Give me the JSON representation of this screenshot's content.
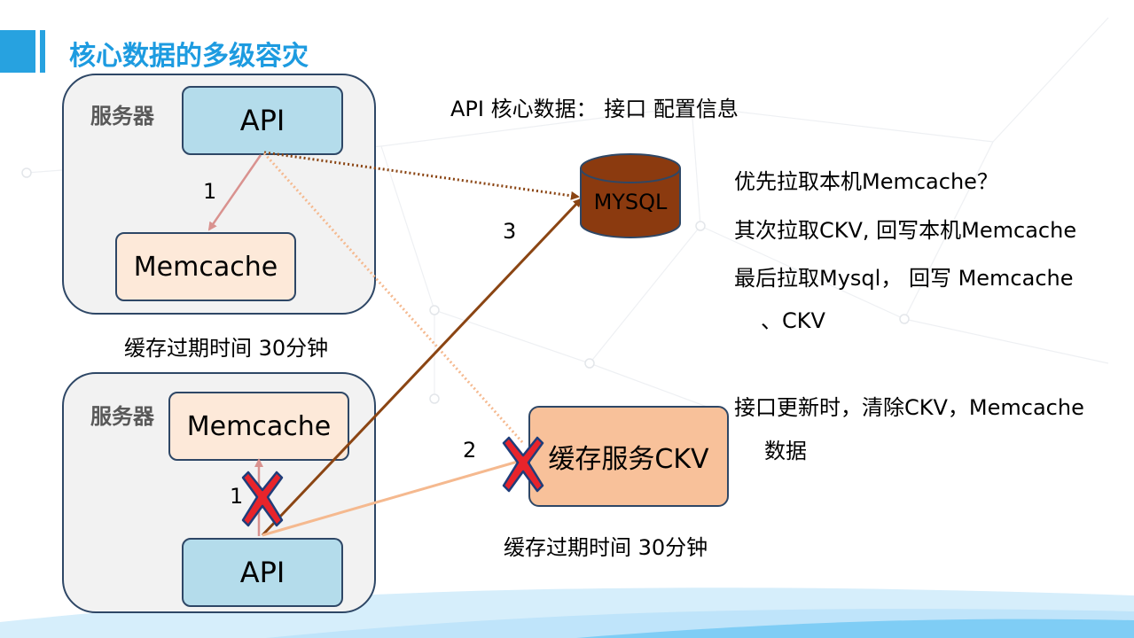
{
  "slide": {
    "title": "核心数据的多级容灾"
  },
  "servers": [
    {
      "label": "服务器",
      "api": "API",
      "memcache": "Memcache",
      "edge_label": "1"
    },
    {
      "label": "服务器",
      "api": "API",
      "memcache": "Memcache",
      "edge_label": "1"
    }
  ],
  "expiry_server": "缓存过期时间  30分钟",
  "expiry_ckv": "缓存过期时间  30分钟",
  "core_data_note": "API 核心数据：  接口 配置信息",
  "mysql": {
    "label": "MYSQL",
    "edge_label": "3"
  },
  "ckv": {
    "label": "缓存服务CKV",
    "edge_label": "2"
  },
  "notes": {
    "line1": "优先拉取本机Memcache？",
    "line2": "其次拉取CKV, 回写本机Memcache",
    "line3": "最后拉取Mysql，  回写 Memcache",
    "line4": "、CKV",
    "line5": "接口更新时，清除CKV，Memcache",
    "line6": "数据"
  },
  "colors": {
    "title_blue": "#1d9be0",
    "api_fill": "#b4dceb",
    "memcache_fill": "#fde9d9",
    "ckv_fill": "#f8c19a",
    "mysql_fill": "#8b3a0f",
    "arrow_brown": "#8b4513",
    "arrow_peach": "#f5b98f",
    "cross_red": "#e8242b"
  },
  "icons": [
    "database-icon",
    "cross-icon"
  ]
}
